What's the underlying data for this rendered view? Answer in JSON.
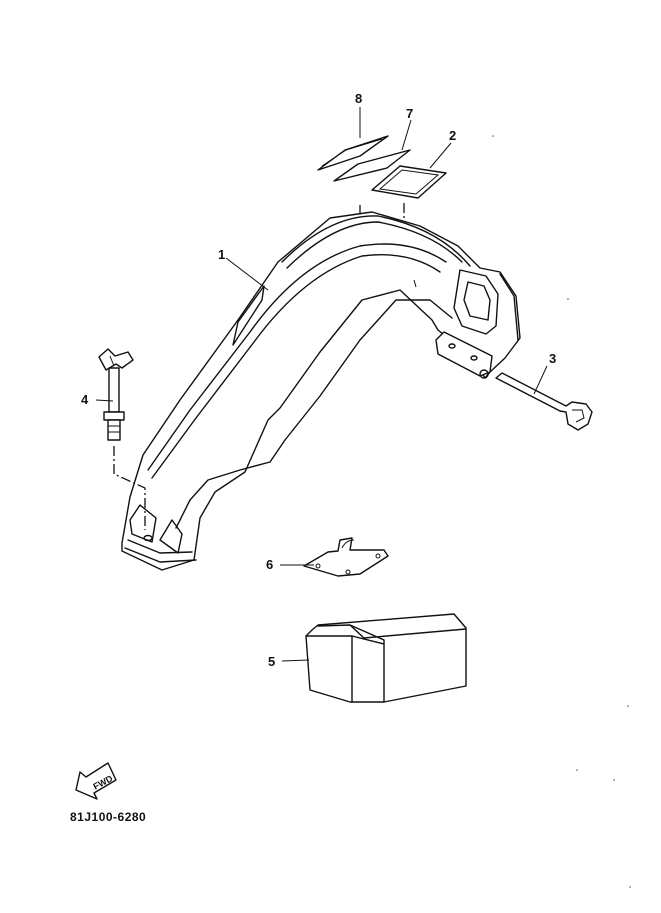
{
  "callouts": {
    "c1": "1",
    "c2": "2",
    "c3": "3",
    "c4": "4",
    "c5": "5",
    "c6": "6",
    "c7": "7",
    "c8": "8"
  },
  "fwd_label": "FWD",
  "part_code": "81J100-6280"
}
